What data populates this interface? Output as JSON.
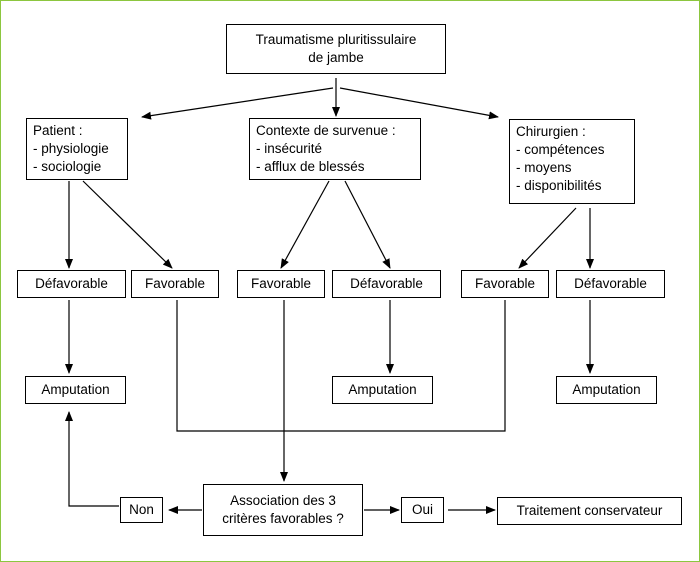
{
  "nodes": {
    "root": [
      "Traumatisme pluritissulaire",
      "de jambe"
    ],
    "patient": [
      "Patient :",
      "- physiologie",
      "- sociologie"
    ],
    "contexte": [
      "Contexte de survenue :",
      "- insécurité",
      "- afflux de blessés"
    ],
    "chirurgien": [
      "Chirurgien :",
      "- compétences",
      "- moyens",
      "- disponibilités"
    ],
    "patient_defavorable": "Défavorable",
    "patient_favorable": "Favorable",
    "contexte_favorable": "Favorable",
    "contexte_defavorable": "Défavorable",
    "chirurgien_favorable": "Favorable",
    "chirurgien_defavorable": "Défavorable",
    "amputation_1": "Amputation",
    "amputation_2": "Amputation",
    "amputation_3": "Amputation",
    "association": [
      "Association des 3",
      "critères favorables ?"
    ],
    "non": "Non",
    "oui": "Oui",
    "traitement": "Traitement conservateur"
  },
  "colors": {
    "frame": "#8cc63f",
    "stroke": "#000000"
  }
}
